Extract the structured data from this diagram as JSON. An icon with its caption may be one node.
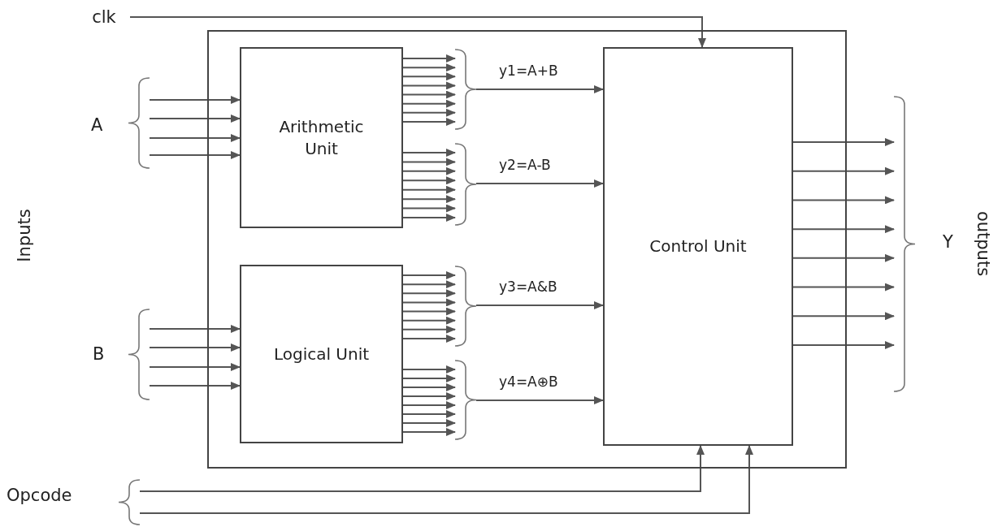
{
  "diagram": {
    "nodes": [
      {
        "text": [],
        "shape": "box"
      },
      {
        "text": [
          "Arithmetic Unit"
        ],
        "in": 0
      },
      {
        "text": [
          "Logical Unit"
        ],
        "in": 0
      },
      {
        "text": [
          "Control Unit"
        ],
        "in": 0
      },
      {
        "text": [
          "clk"
        ]
      },
      {
        "text": [],
        "shape": "brace"
      },
      {
        "text": [],
        "shape": "brace"
      },
      {
        "text": [],
        "shape": "brace"
      },
      {
        "text": [],
        "shape": "brace",
        "in": 0
      },
      {
        "text": [],
        "shape": "brace",
        "in": 0
      },
      {
        "text": [],
        "shape": "brace",
        "in": 0
      },
      {
        "text": [],
        "shape": "brace",
        "in": 0
      },
      {
        "text": [],
        "shape": "brace"
      }
    ],
    "edges": [
      {
        "from": 4,
        "to": 3,
        "arrow": "to"
      },
      {
        "from": 5,
        "to": 1,
        "arrow": "to"
      },
      {
        "from": 5,
        "to": 1,
        "arrow": "to"
      },
      {
        "from": 5,
        "to": 1,
        "arrow": "to"
      },
      {
        "from": 5,
        "to": 1,
        "arrow": "to"
      },
      {
        "from": 6,
        "to": 2,
        "arrow": "to"
      },
      {
        "from": 6,
        "to": 2,
        "arrow": "to"
      },
      {
        "from": 6,
        "to": 2,
        "arrow": "to"
      },
      {
        "from": 6,
        "to": 2,
        "arrow": "to"
      },
      {
        "from": 1,
        "to": 8,
        "arrow": "to"
      },
      {
        "from": 1,
        "to": 8,
        "arrow": "to"
      },
      {
        "from": 1,
        "to": 8,
        "arrow": "to"
      },
      {
        "from": 1,
        "to": 8,
        "arrow": "to"
      },
      {
        "from": 1,
        "to": 8,
        "arrow": "to"
      },
      {
        "from": 1,
        "to": 8,
        "arrow": "to"
      },
      {
        "from": 1,
        "to": 8,
        "arrow": "to"
      },
      {
        "from": 1,
        "to": 8,
        "arrow": "to"
      },
      {
        "from": 1,
        "to": 9,
        "arrow": "to"
      },
      {
        "from": 1,
        "to": 9,
        "arrow": "to"
      },
      {
        "from": 1,
        "to": 9,
        "arrow": "to"
      },
      {
        "from": 1,
        "to": 9,
        "arrow": "to"
      },
      {
        "from": 1,
        "to": 9,
        "arrow": "to"
      },
      {
        "from": 1,
        "to": 9,
        "arrow": "to"
      },
      {
        "from": 1,
        "to": 9,
        "arrow": "to"
      },
      {
        "from": 1,
        "to": 9,
        "arrow": "to"
      },
      {
        "from": 2,
        "to": 10,
        "arrow": "to"
      },
      {
        "from": 2,
        "to": 10,
        "arrow": "to"
      },
      {
        "from": 2,
        "to": 10,
        "arrow": "to"
      },
      {
        "from": 2,
        "to": 10,
        "arrow": "to"
      },
      {
        "from": 2,
        "to": 10,
        "arrow": "to"
      },
      {
        "from": 2,
        "to": 10,
        "arrow": "to"
      },
      {
        "from": 2,
        "to": 10,
        "arrow": "to"
      },
      {
        "from": 2,
        "to": 10,
        "arrow": "to"
      },
      {
        "from": 2,
        "to": 11,
        "arrow": "to"
      },
      {
        "from": 2,
        "to": 11,
        "arrow": "to"
      },
      {
        "from": 2,
        "to": 11,
        "arrow": "to"
      },
      {
        "from": 2,
        "to": 11,
        "arrow": "to"
      },
      {
        "from": 2,
        "to": 11,
        "arrow": "to"
      },
      {
        "from": 2,
        "to": 11,
        "arrow": "to"
      },
      {
        "from": 2,
        "to": 11,
        "arrow": "to"
      },
      {
        "from": 2,
        "to": 11,
        "arrow": "to"
      },
      {
        "from": 8,
        "to": 3,
        "arrow": "to",
        "label": "y1=A+B"
      },
      {
        "from": 9,
        "to": 3,
        "arrow": "to",
        "label": "y2=A-B"
      },
      {
        "from": 10,
        "to": 3,
        "arrow": "to",
        "label": "y3=A&B"
      },
      {
        "from": 11,
        "to": 3,
        "arrow": "to",
        "label": "y4=A⊕B"
      },
      {
        "from": 7,
        "to": 3,
        "arrow": "to"
      },
      {
        "from": 7,
        "to": 3,
        "arrow": "to"
      },
      {
        "from": 3,
        "to": 12,
        "arrow": "to"
      },
      {
        "from": 3,
        "to": 12,
        "arrow": "to"
      },
      {
        "from": 3,
        "to": 12,
        "arrow": "to"
      },
      {
        "from": 3,
        "to": 12,
        "arrow": "to"
      },
      {
        "from": 3,
        "to": 12,
        "arrow": "to"
      },
      {
        "from": 3,
        "to": 12,
        "arrow": "to"
      },
      {
        "from": 3,
        "to": 12,
        "arrow": "to"
      },
      {
        "from": 3,
        "to": 12,
        "arrow": "to"
      }
    ],
    "labels": [
      "A",
      "Inputs",
      "B",
      "Opcode",
      "Y",
      "outputs"
    ]
  }
}
